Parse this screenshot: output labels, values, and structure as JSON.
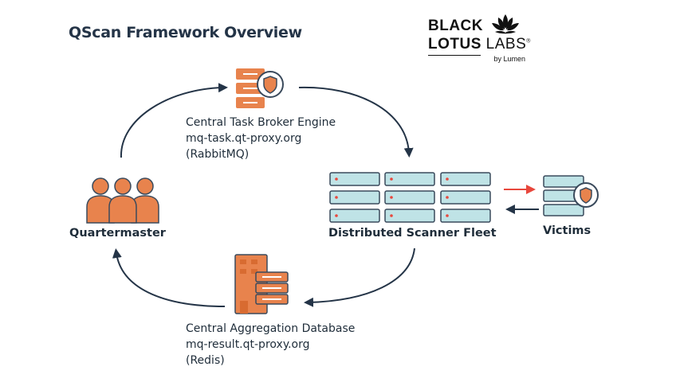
{
  "title": "QScan Framework Overview",
  "logo": {
    "line1": "BLACK",
    "line2_bold": "LOTUS",
    "line2_thin": " LABS",
    "registered": "®",
    "byline": "by Lumen"
  },
  "nodes": {
    "broker": {
      "line1": "Central Task Broker Engine",
      "line2": "mq-task.qt-proxy.org",
      "line3": "(RabbitMQ)"
    },
    "quartermaster": {
      "label": "Quartermaster"
    },
    "fleet": {
      "label": "Distributed Scanner Fleet"
    },
    "victims": {
      "label": "Victims"
    },
    "database": {
      "line1": "Central Aggregation Database",
      "line2": "mq-result.qt-proxy.org",
      "line3": "(Redis)"
    }
  },
  "colors": {
    "orange": "#e8834d",
    "orange_dark": "#d86b31",
    "teal_fill": "#bfe3e6",
    "teal_stroke": "#3a4a5c",
    "arrow_dark": "#243447",
    "arrow_red": "#e8473c"
  }
}
